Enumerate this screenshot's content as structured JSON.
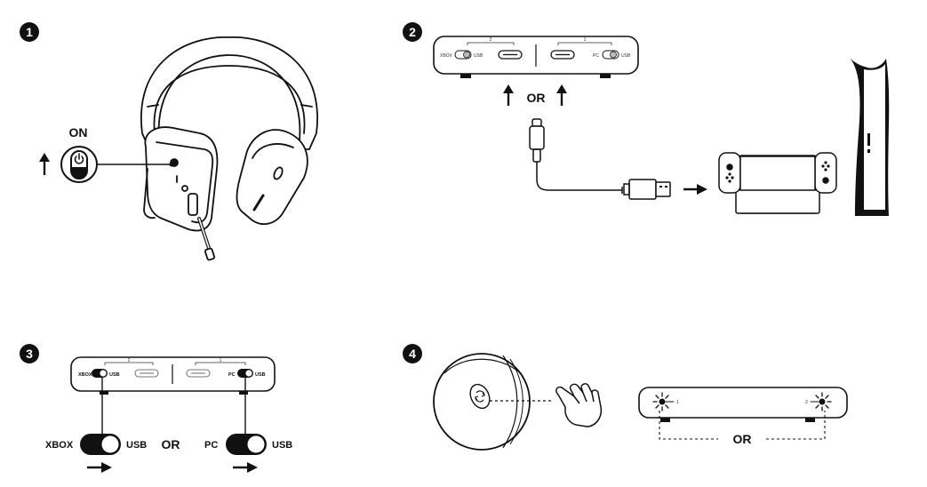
{
  "steps": [
    {
      "number": "1"
    },
    {
      "number": "2"
    },
    {
      "number": "3"
    },
    {
      "number": "4"
    }
  ],
  "step1": {
    "on_label": "ON"
  },
  "step2": {
    "or_label": "OR",
    "port_2_number": "2",
    "port_1_number": "1",
    "switch_left_a": "XBOX",
    "switch_left_b": "USB",
    "switch_right_a": "PC",
    "switch_right_b": "USB"
  },
  "step3": {
    "dongle_port_2": "2",
    "dongle_port_1": "1",
    "dongle_left_a": "XBOX",
    "dongle_left_b": "USB",
    "dongle_right_a": "PC",
    "dongle_right_b": "USB",
    "switch_left_a": "XBOX",
    "switch_left_b": "USB",
    "or_label": "OR",
    "switch_right_a": "PC",
    "switch_right_b": "USB"
  },
  "step4": {
    "led_left_number": "1",
    "led_right_number": "2",
    "or_label": "OR"
  }
}
